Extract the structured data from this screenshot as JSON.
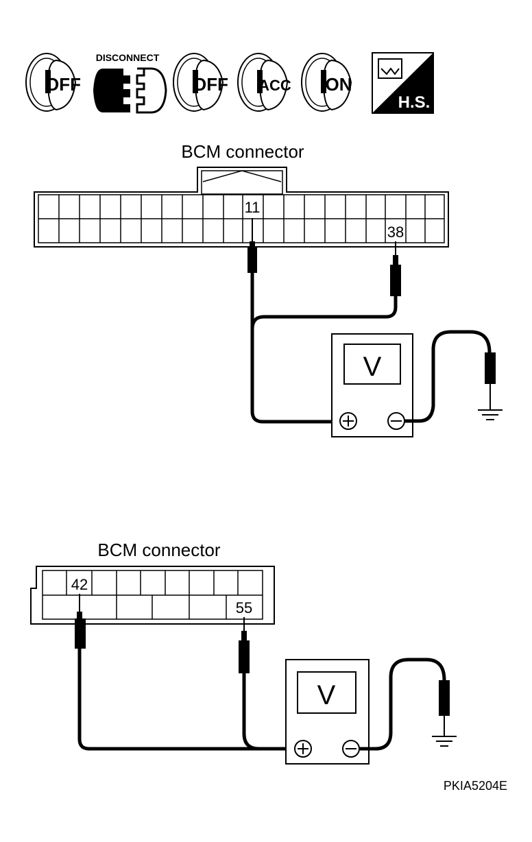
{
  "icons": {
    "key_off_1": "OFF",
    "disconnect": "DISCONNECT",
    "key_off_2": "OFF",
    "key_acc": "ACC",
    "key_on": "ON",
    "harness_side": "H.S."
  },
  "diagram1": {
    "connector_title": "BCM connector",
    "pin_a": "11",
    "pin_b": "38",
    "meter_label": "V",
    "plus_label": "+",
    "minus_label": "−"
  },
  "diagram2": {
    "connector_title": "BCM connector",
    "pin_a": "42",
    "pin_b": "55",
    "meter_label": "V",
    "plus_label": "+",
    "minus_label": "−"
  },
  "figure_id": "PKIA5204E"
}
